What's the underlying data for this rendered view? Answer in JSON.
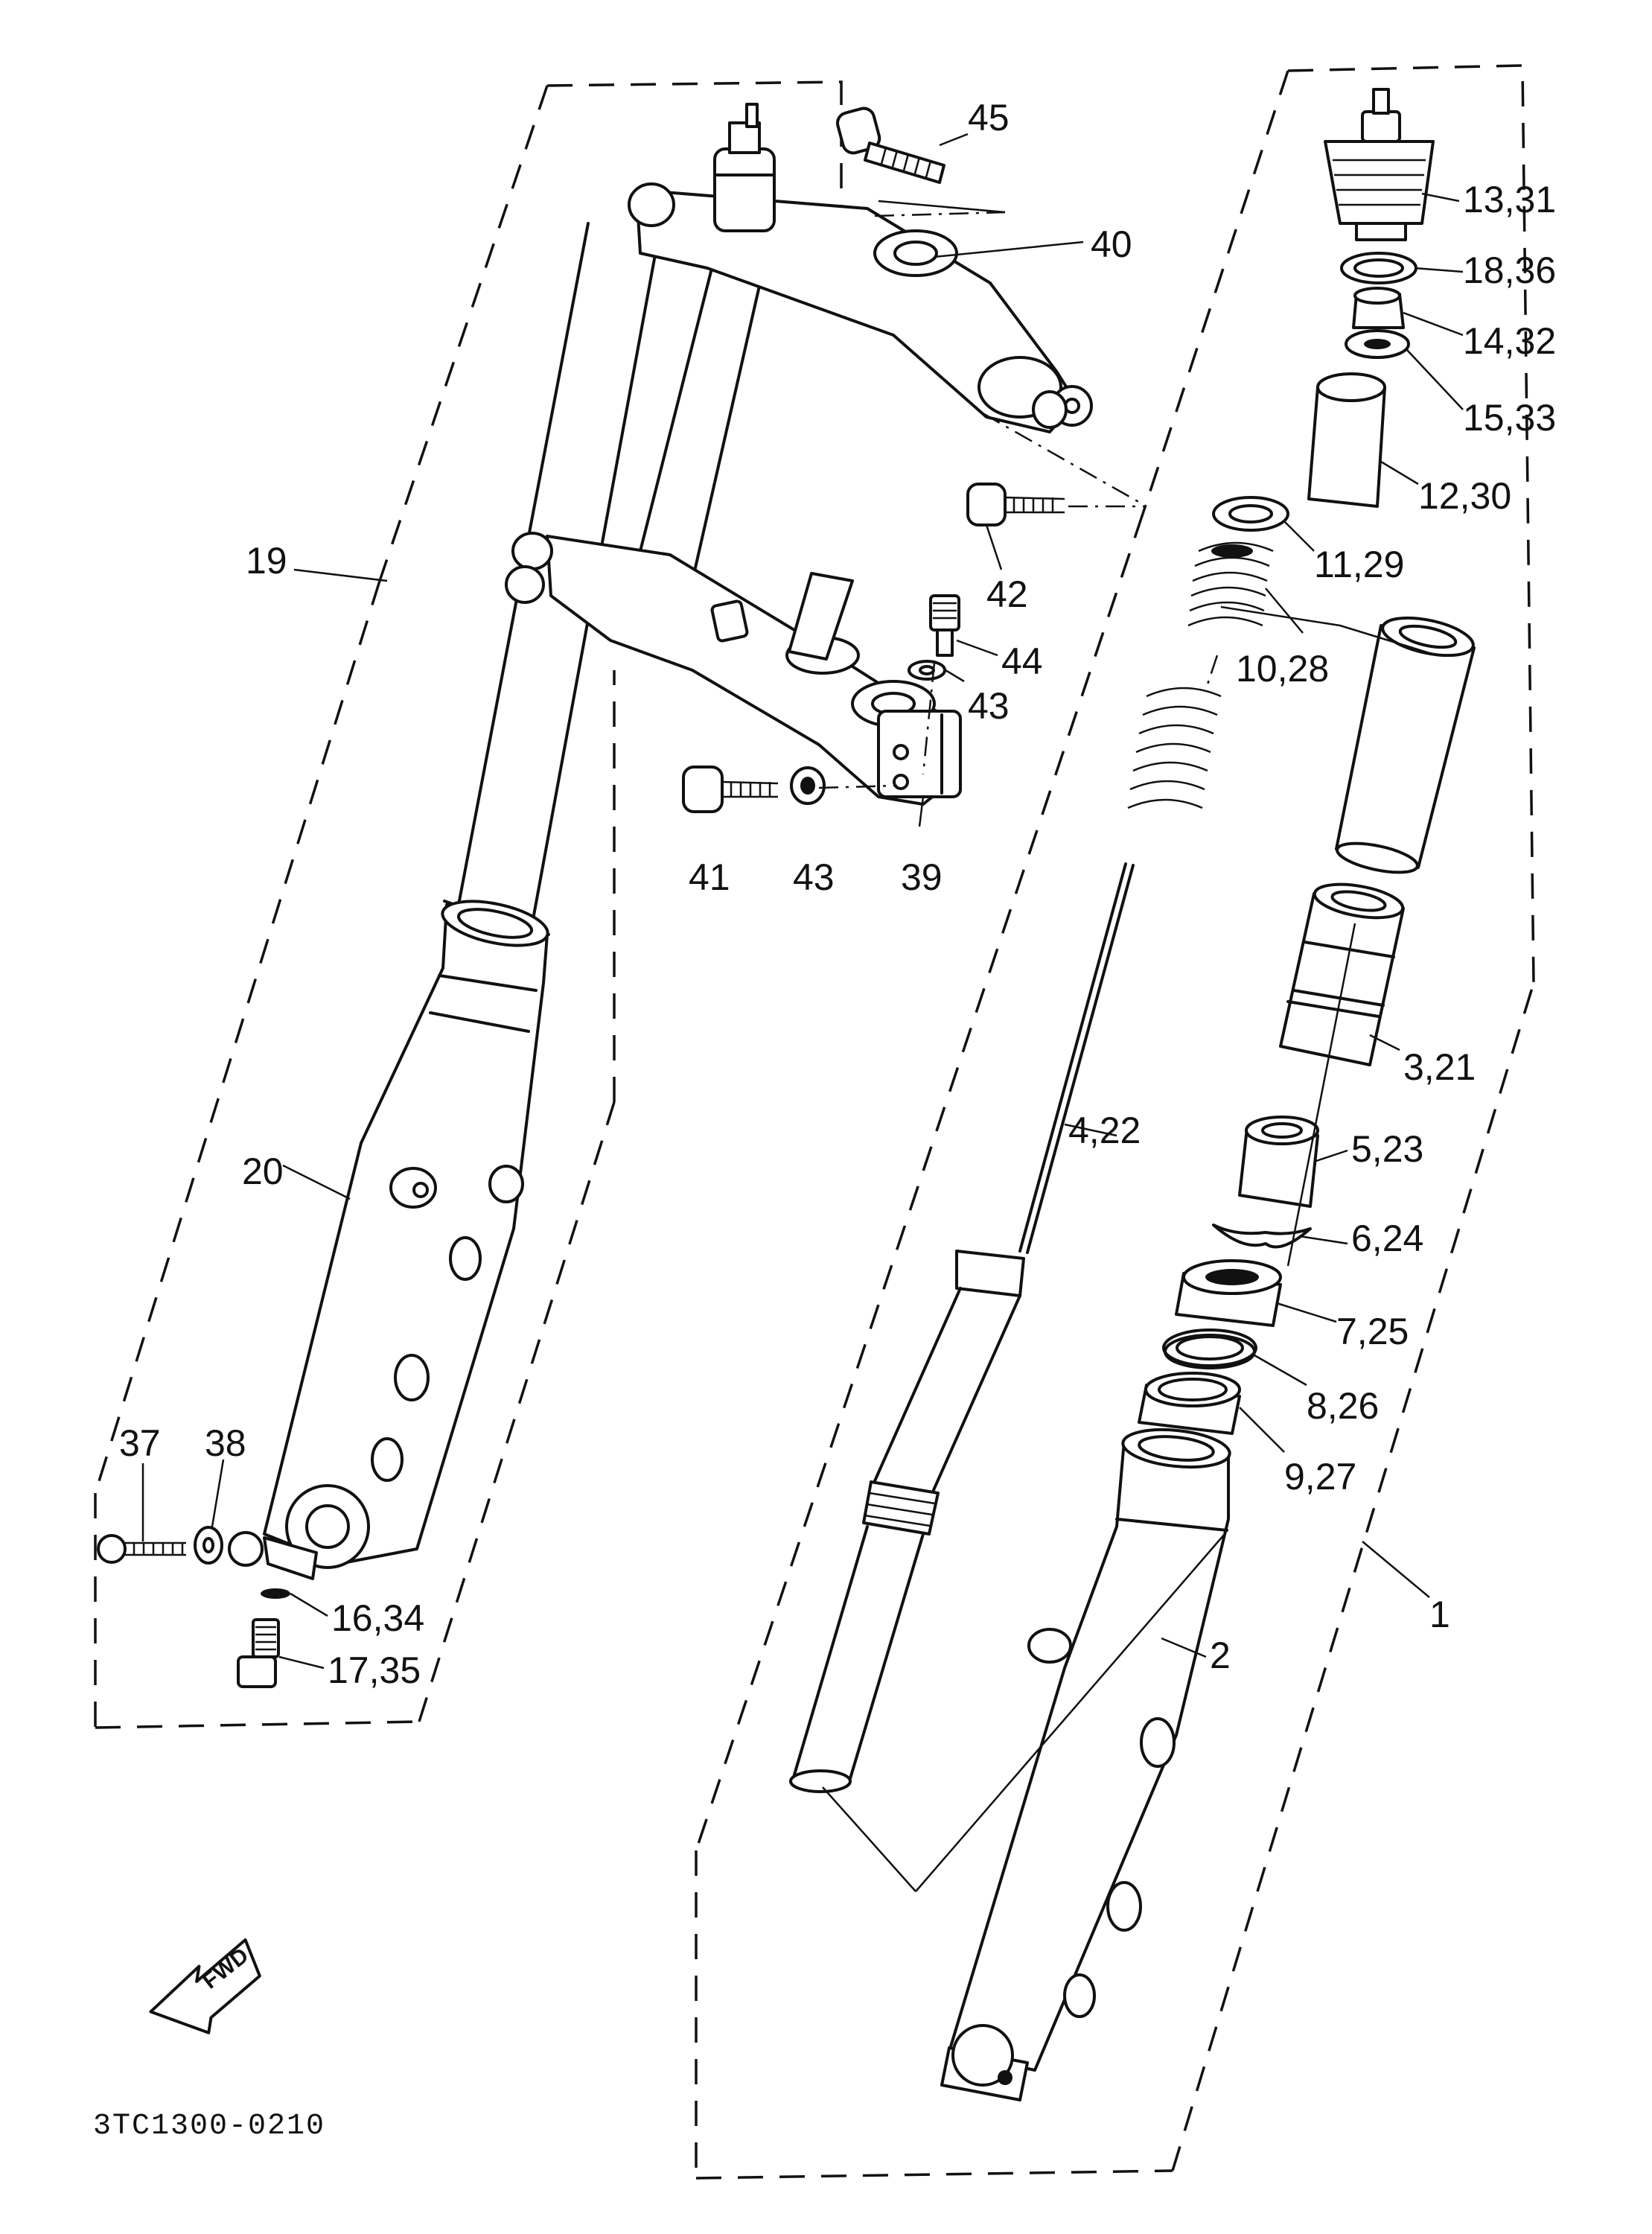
{
  "diagram": {
    "callouts": [
      {
        "label": "45"
      },
      {
        "label": "40"
      },
      {
        "label": "13,31"
      },
      {
        "label": "18,36"
      },
      {
        "label": "14,32"
      },
      {
        "label": "15,33"
      },
      {
        "label": "12,30"
      },
      {
        "label": "11,29"
      },
      {
        "label": "10,28"
      },
      {
        "label": "42"
      },
      {
        "label": "44"
      },
      {
        "label": "43"
      },
      {
        "label": "41"
      },
      {
        "label": "43"
      },
      {
        "label": "39"
      },
      {
        "label": "19"
      },
      {
        "label": "3,21"
      },
      {
        "label": "4,22"
      },
      {
        "label": "5,23"
      },
      {
        "label": "6,24"
      },
      {
        "label": "7,25"
      },
      {
        "label": "8,26"
      },
      {
        "label": "9,27"
      },
      {
        "label": "1"
      },
      {
        "label": "2"
      },
      {
        "label": "20"
      },
      {
        "label": "37"
      },
      {
        "label": "38"
      },
      {
        "label": "16,34"
      },
      {
        "label": "17,35"
      }
    ],
    "arrow_label": "FWD",
    "drawing_code": "3TC1300-0210"
  }
}
